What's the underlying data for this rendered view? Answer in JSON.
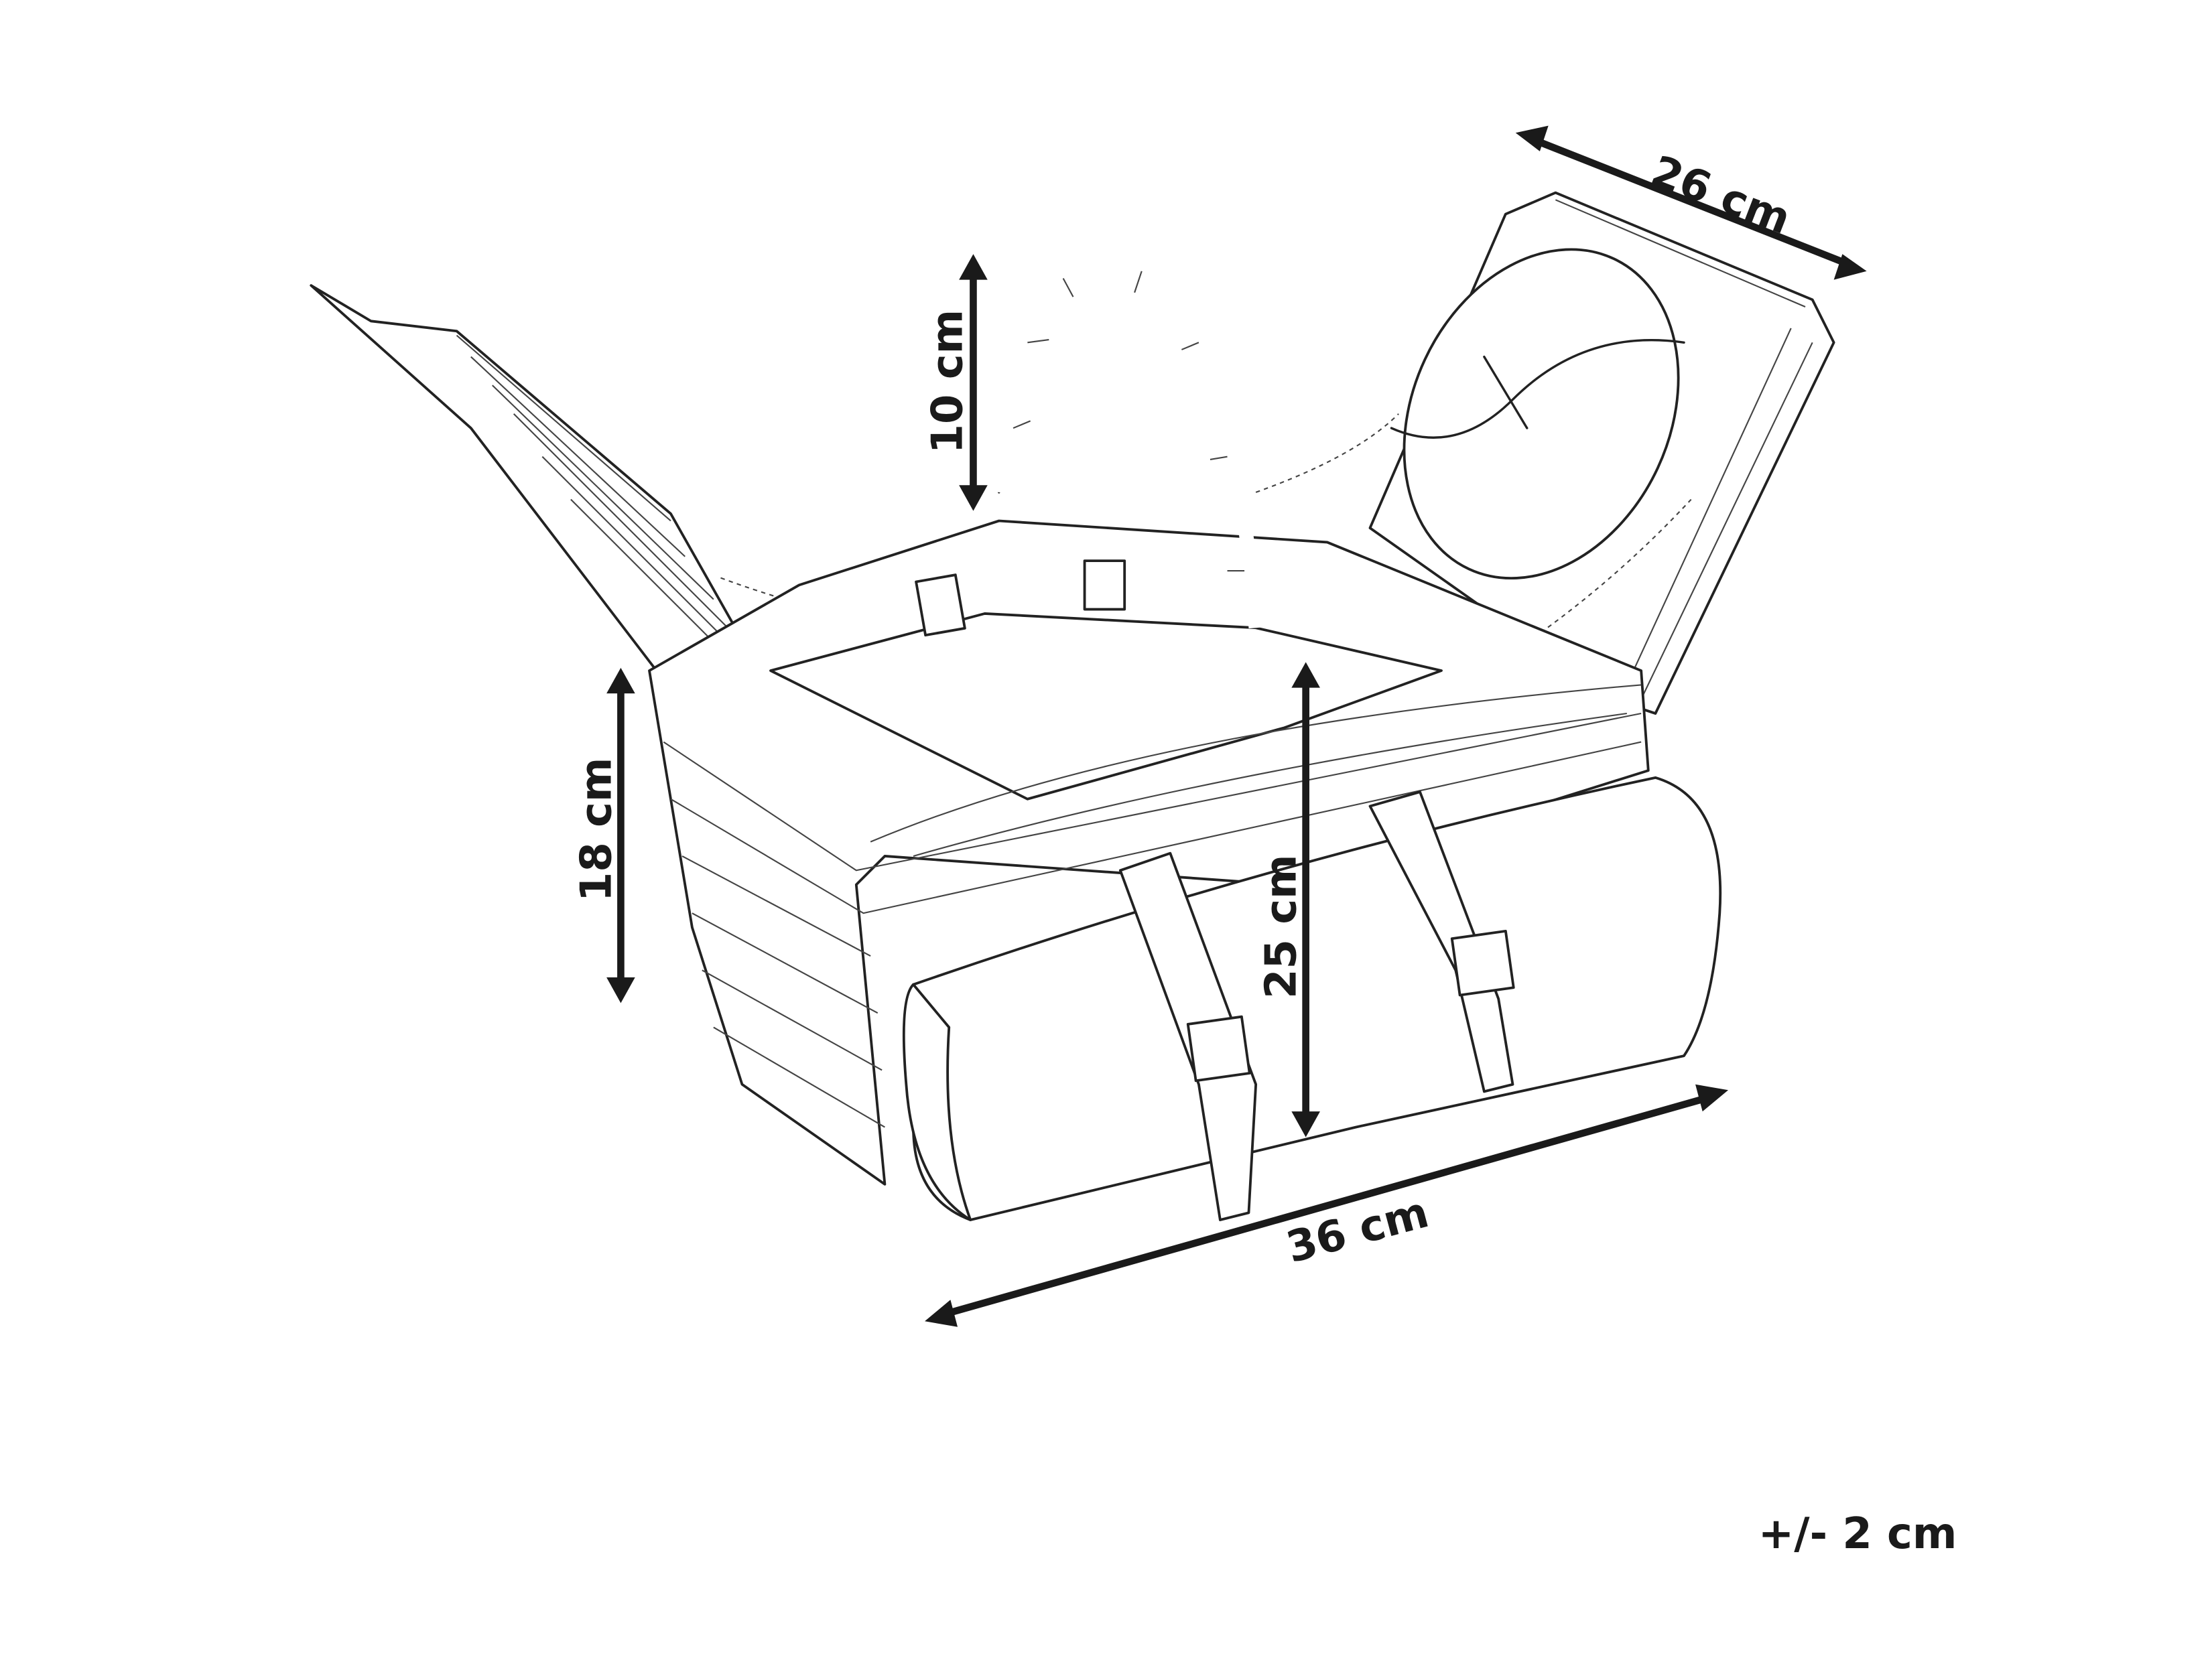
{
  "dimensions": {
    "depth": "26 cm",
    "handle_height": "10 cm",
    "basket_height": "18 cm",
    "total_height": "25 cm",
    "width": "36 cm"
  },
  "tolerance": "+/- 2 cm"
}
